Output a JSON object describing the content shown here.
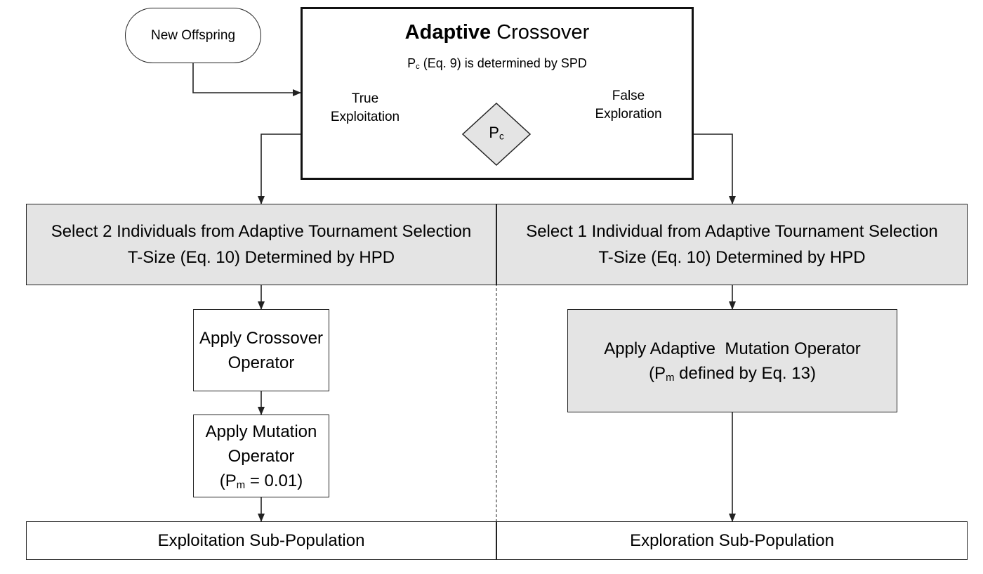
{
  "start": {
    "label": "New Offspring"
  },
  "crossover": {
    "title_bold": "Adaptive",
    "title_rest": " Crossover",
    "subtitle_p": "P",
    "subtitle_sub": "c",
    "subtitle_rest": " (Eq. 9) is determined by SPD"
  },
  "decision": {
    "p": "P",
    "sub": "c"
  },
  "branch_true": {
    "line1": "True",
    "line2": "Exploitation"
  },
  "branch_false": {
    "line1": "False",
    "line2": "Exploration"
  },
  "select_left": {
    "line1": "Select 2 Individuals from Adaptive Tournament Selection",
    "line2": "T-Size (Eq. 10) Determined by HPD"
  },
  "select_right": {
    "line1": "Select 1 Individual from Adaptive Tournament Selection",
    "line2": "T-Size (Eq. 10) Determined by HPD"
  },
  "crossover_op": {
    "line1": "Apply Crossover",
    "line2": "Operator"
  },
  "mutation_op": {
    "line1": "Apply Mutation",
    "line2": "Operator",
    "line3_open": "(P",
    "line3_sub": "m",
    "line3_rest": " = 0.01)"
  },
  "adaptive_mutation": {
    "line1": "Apply Adaptive  Mutation Operator",
    "line2_open": "(P",
    "line2_sub": "m",
    "line2_rest": " defined by Eq. 13)"
  },
  "sub_exploit": {
    "label": "Exploitation Sub-Population"
  },
  "sub_explore": {
    "label": "Exploration Sub-Population"
  }
}
